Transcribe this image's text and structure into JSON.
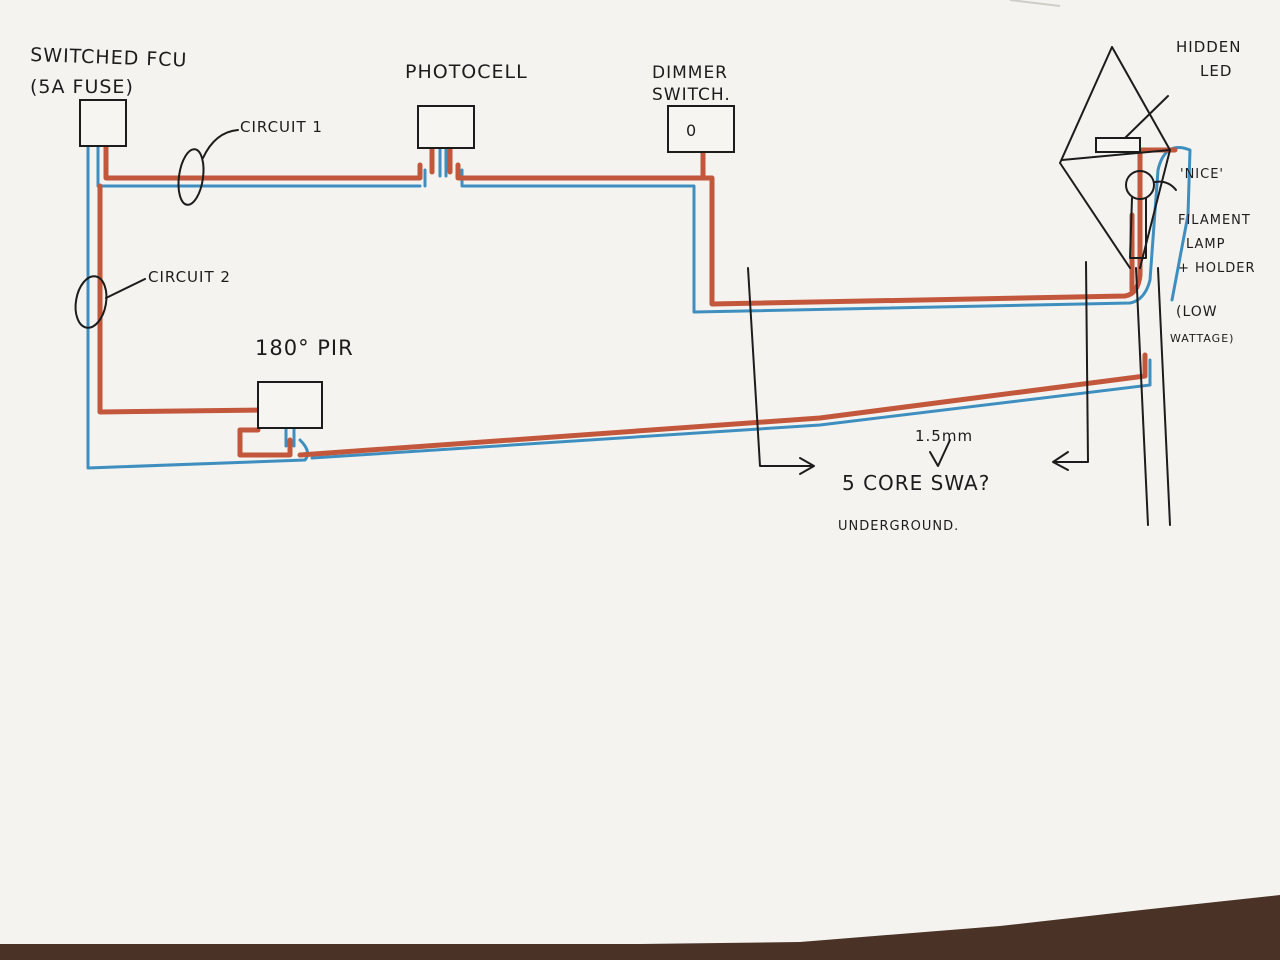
{
  "colors": {
    "live_wire": "#c2573c",
    "neutral_wire": "#3e8fc0",
    "paper": "#f4f3ef",
    "ink": "#1c1c1c",
    "table": "#4a3226"
  },
  "labels": {
    "fcu_line1": "SWITCHED FCU",
    "fcu_line2": "(5A FUSE)",
    "photocell": "PHOTOCELL",
    "dimmer_line1": "DIMMER",
    "dimmer_line2": "SWITCH.",
    "dimmer_knob": "0",
    "circuit1": "CIRCUIT 1",
    "circuit2": "CIRCUIT 2",
    "pir": "180° PIR",
    "hidden_led_line1": "HIDDEN",
    "hidden_led_line2": "LED",
    "nice": "'NICE'",
    "filament_line1": "FILAMENT",
    "filament_line2": "LAMP",
    "filament_line3": "+ HOLDER",
    "low_line1": "(LOW",
    "low_line2": "WATTAGE)",
    "size": "1.5mm",
    "swa": "5 CORE SWA?",
    "underground": "UNDERGROUND."
  }
}
